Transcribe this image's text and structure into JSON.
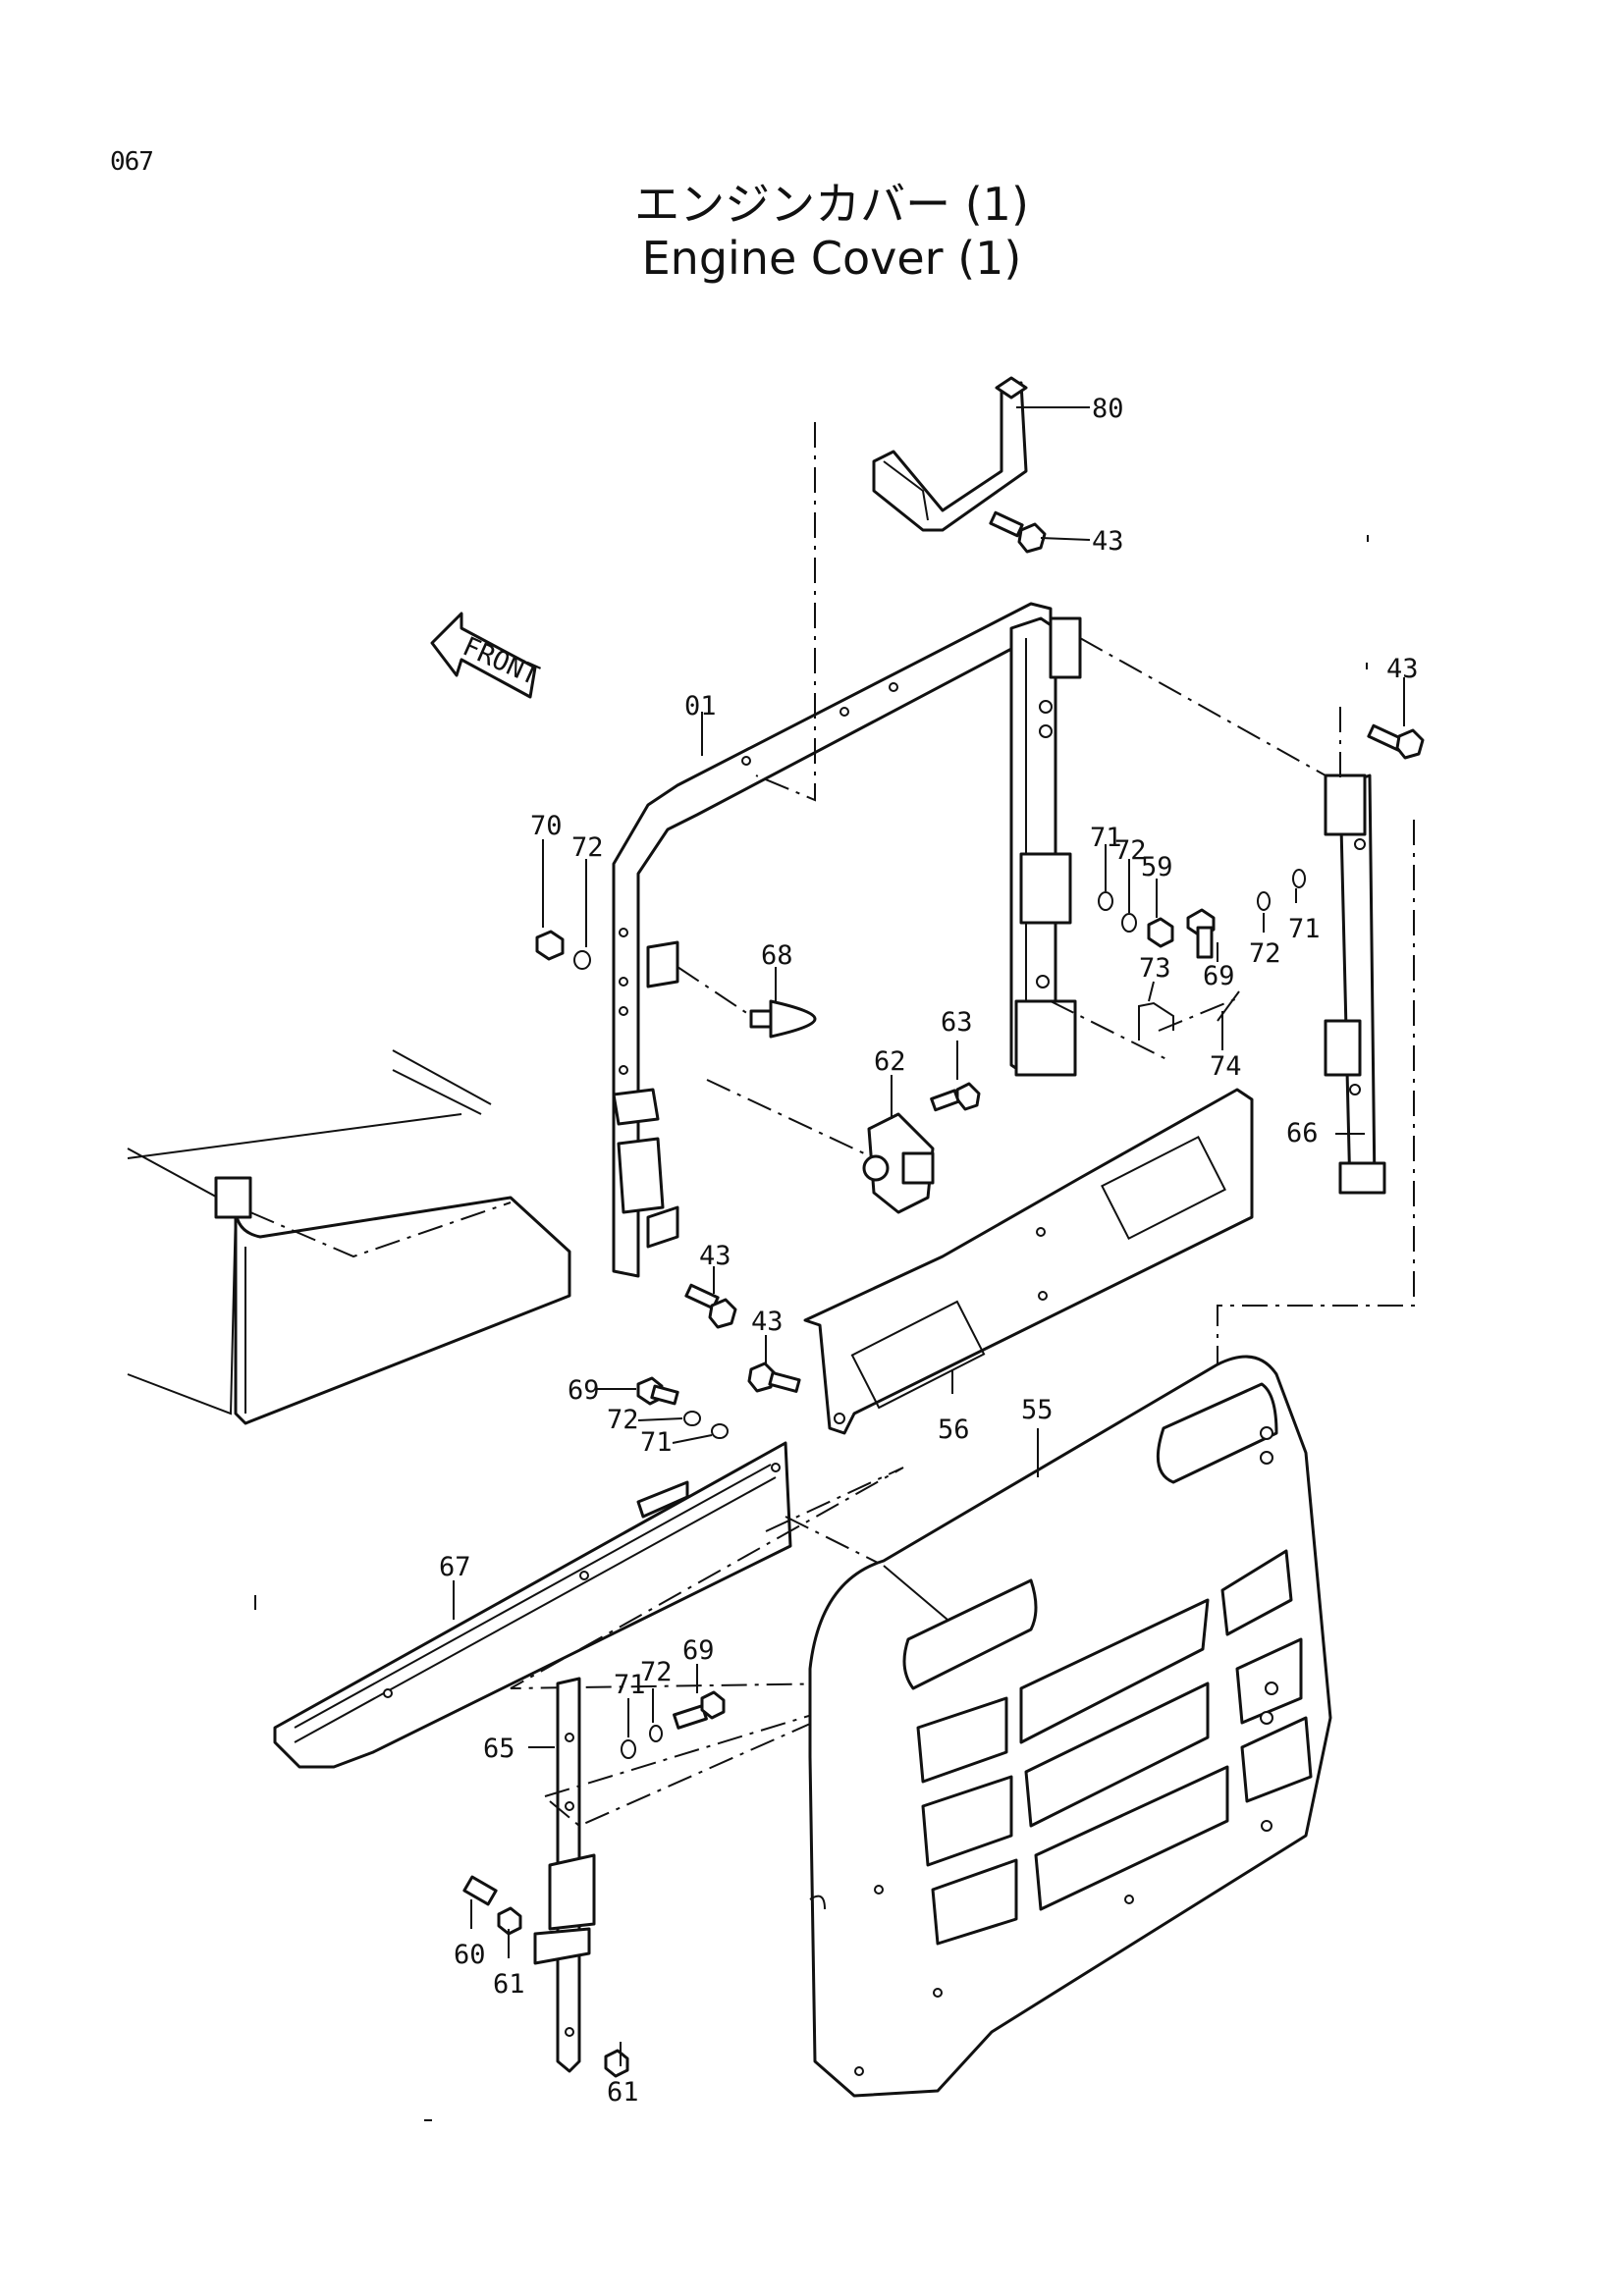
{
  "page_number": "067",
  "title_jp": "エンジンカバー (1)",
  "title_en": "Engine Cover (1)",
  "direction_label": "FRONT",
  "callouts": {
    "p01": "01",
    "p80": "80",
    "p43a": "43",
    "p43b": "43",
    "p43c": "43",
    "p43d": "43",
    "p70": "70",
    "p72a": "72",
    "p68": "68",
    "p63": "63",
    "p62": "62",
    "p71a": "71",
    "p72b": "72",
    "p59": "59",
    "p73": "73",
    "p74": "74",
    "p69a": "69",
    "p72c": "72",
    "p71b": "71",
    "p66": "66",
    "p69b": "69",
    "p72d": "72",
    "p71c": "71",
    "p56": "56",
    "p55": "55",
    "p67": "67",
    "p71d": "71",
    "p72e": "72",
    "p69c": "69",
    "p65": "65",
    "p60": "60",
    "p61a": "61",
    "p61b": "61"
  }
}
